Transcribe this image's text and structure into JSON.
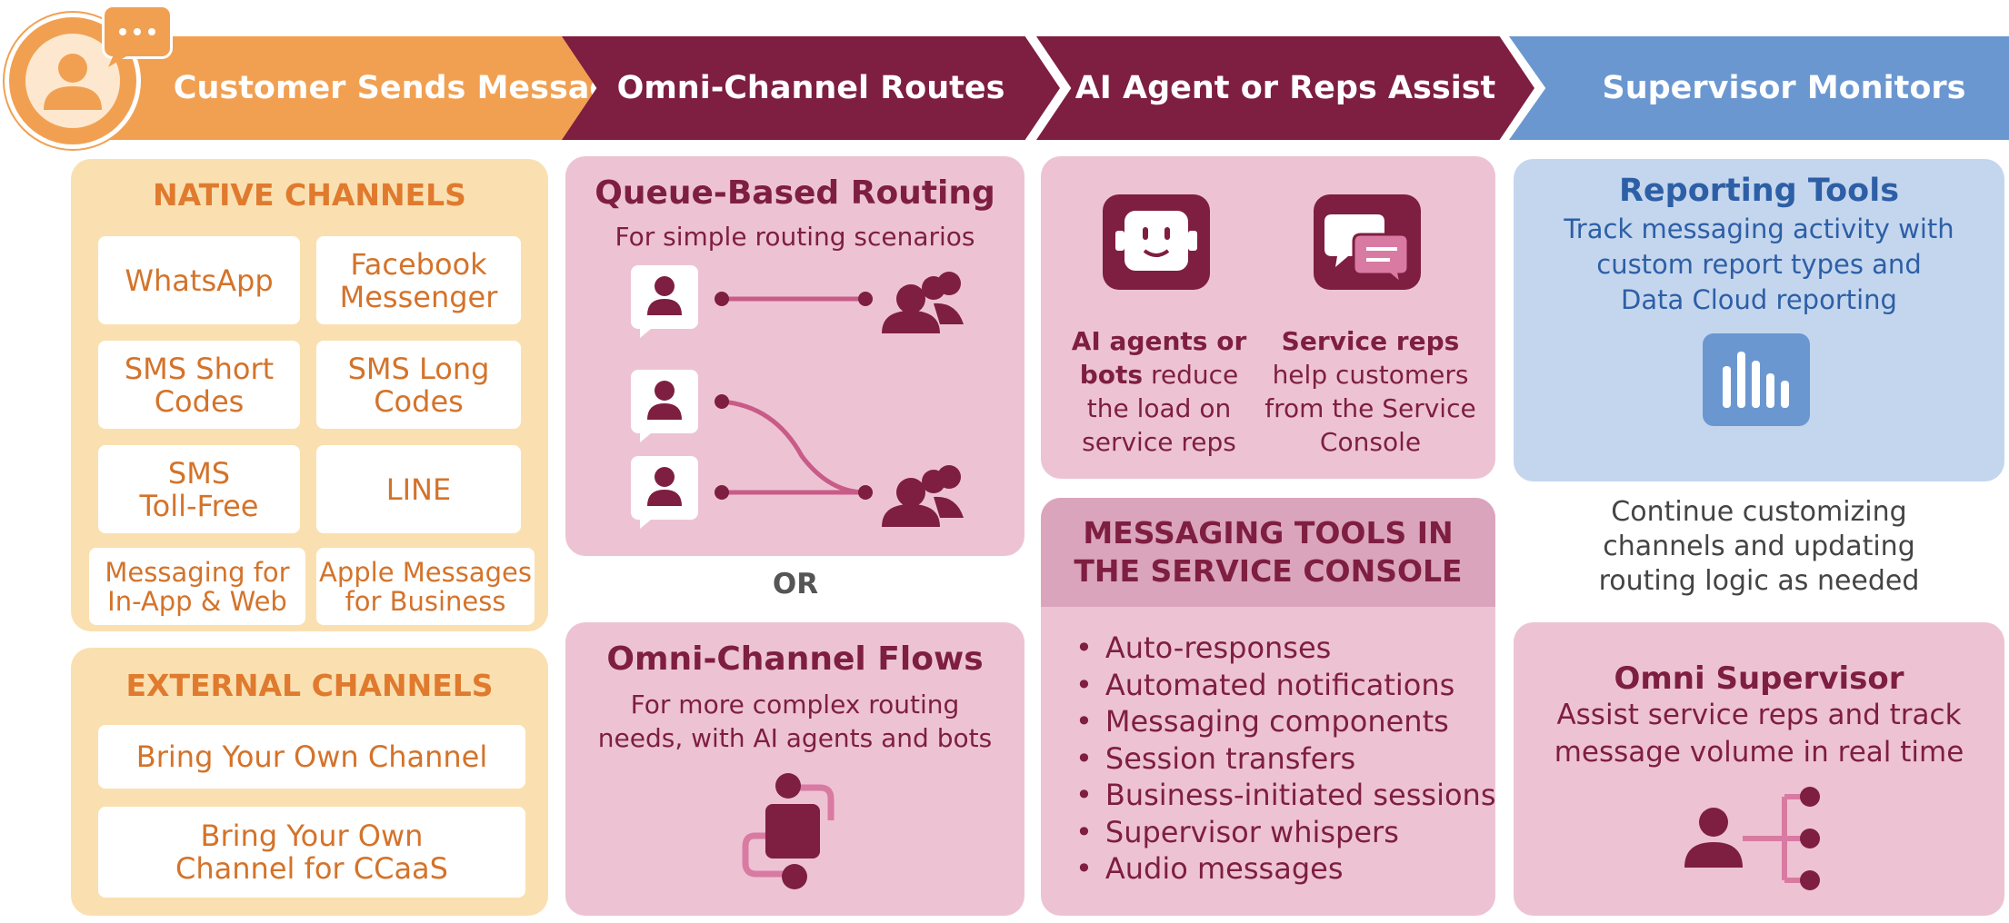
{
  "header": {
    "step1": "Customer Sends Message",
    "step2": "Omni-Channel Routes",
    "step3": "AI Agent or Reps Assist",
    "step4": "Supervisor Monitors"
  },
  "icons": {
    "customer": "person-icon",
    "chat": "chat-bubble-icon",
    "bot": "bot-icon",
    "reps_chat": "chat-bubbles-icon",
    "report": "bar-chart-icon",
    "flow": "flow-icon",
    "supervisor": "supervisor-hierarchy-icon"
  },
  "native_channels": {
    "title": "NATIVE CHANNELS",
    "items": [
      "WhatsApp",
      "Facebook\nMessenger",
      "SMS Short\nCodes",
      "SMS Long\nCodes",
      "SMS\nToll-Free",
      "LINE",
      "Messaging for\nIn-App & Web",
      "Apple Messages\nfor Business"
    ]
  },
  "external_channels": {
    "title": "EXTERNAL CHANNELS",
    "items": [
      "Bring Your Own Channel",
      "Bring Your Own\nChannel for CCaaS"
    ]
  },
  "queue_routing": {
    "title": "Queue-Based Routing",
    "subtitle": "For simple routing scenarios"
  },
  "or_label": "OR",
  "omni_flows": {
    "title": "Omni-Channel Flows",
    "subtitle": "For more complex routing\nneeds, with AI agents and bots"
  },
  "ai_agents": {
    "bold_line1": "AI agents or",
    "bold_line2": "bots",
    "text_line2": " reduce",
    "text_line3": "the load on",
    "text_line4": "service reps"
  },
  "service_reps": {
    "bold_line1": "Service reps",
    "text_line2": "help customers",
    "text_line3": "from the Service",
    "text_line4": "Console"
  },
  "messaging_tools": {
    "title": "MESSAGING TOOLS IN\nTHE SERVICE CONSOLE",
    "items": [
      "Auto-responses",
      "Automated notifications",
      "Messaging components",
      "Session transfers",
      "Business-initiated sessions",
      "Supervisor whispers",
      "Audio messages"
    ]
  },
  "reporting_tools": {
    "title": "Reporting Tools",
    "subtitle": "Track messaging activity with\ncustom report types and\nData Cloud reporting"
  },
  "continue_text": "Continue customizing\nchannels and updating\nrouting logic as needed",
  "omni_supervisor": {
    "title": "Omni Supervisor",
    "subtitle": "Assist service reps and track\nmessage volume in real time"
  },
  "colors": {
    "orange": "#f1a052",
    "maroon": "#7e1e40",
    "blue": "#6b97d1",
    "orange_panel": "#fae0b0",
    "pink_panel": "#edc3d4",
    "blue_panel": "#c4d6ee"
  }
}
